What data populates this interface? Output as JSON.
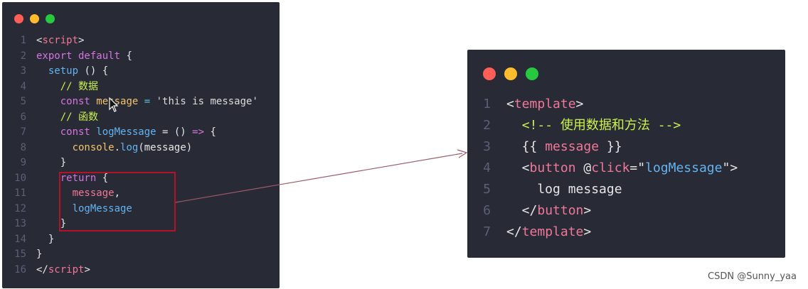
{
  "colors": {
    "window_bg": "#282a36",
    "dot_red": "#ff5f56",
    "dot_yellow": "#ffbd2e",
    "dot_green": "#27c93f",
    "highlight": "#b5122a",
    "arrow": "#a05a6a"
  },
  "left_code": {
    "lines": [
      {
        "n": "1",
        "tokens": [
          {
            "t": "<",
            "c": "c-plain"
          },
          {
            "t": "script",
            "c": "c-tag"
          },
          {
            "t": ">",
            "c": "c-plain"
          }
        ]
      },
      {
        "n": "2",
        "tokens": [
          {
            "t": "export default ",
            "c": "c-kw"
          },
          {
            "t": "{",
            "c": "c-plain"
          }
        ]
      },
      {
        "n": "3",
        "tokens": [
          {
            "t": "  ",
            "c": "c-plain"
          },
          {
            "t": "setup",
            "c": "c-call"
          },
          {
            "t": " () {",
            "c": "c-plain"
          }
        ]
      },
      {
        "n": "4",
        "tokens": [
          {
            "t": "    ",
            "c": "c-plain"
          },
          {
            "t": "// 数据",
            "c": "c-com"
          }
        ]
      },
      {
        "n": "5",
        "tokens": [
          {
            "t": "    ",
            "c": "c-plain"
          },
          {
            "t": "const ",
            "c": "c-kw"
          },
          {
            "t": "message",
            "c": "c-var"
          },
          {
            "t": " = ",
            "c": "c-op"
          },
          {
            "t": "'this is message'",
            "c": "c-str"
          }
        ]
      },
      {
        "n": "6",
        "tokens": [
          {
            "t": "    ",
            "c": "c-plain"
          },
          {
            "t": "// 函数",
            "c": "c-com"
          }
        ]
      },
      {
        "n": "7",
        "tokens": [
          {
            "t": "    ",
            "c": "c-plain"
          },
          {
            "t": "const ",
            "c": "c-kw"
          },
          {
            "t": "logMessage",
            "c": "c-call"
          },
          {
            "t": " = () ",
            "c": "c-plain"
          },
          {
            "t": "=>",
            "c": "c-kw"
          },
          {
            "t": " {",
            "c": "c-plain"
          }
        ]
      },
      {
        "n": "8",
        "tokens": [
          {
            "t": "      ",
            "c": "c-plain"
          },
          {
            "t": "console",
            "c": "c-var"
          },
          {
            "t": ".",
            "c": "c-plain"
          },
          {
            "t": "log",
            "c": "c-call"
          },
          {
            "t": "(message)",
            "c": "c-plain"
          }
        ]
      },
      {
        "n": "9",
        "tokens": [
          {
            "t": "    }",
            "c": "c-plain"
          }
        ]
      },
      {
        "n": "10",
        "tokens": [
          {
            "t": "    ",
            "c": "c-plain"
          },
          {
            "t": "return",
            "c": "c-kw"
          },
          {
            "t": " {",
            "c": "c-plain"
          }
        ]
      },
      {
        "n": "11",
        "tokens": [
          {
            "t": "      ",
            "c": "c-plain"
          },
          {
            "t": "message",
            "c": "c-prop"
          },
          {
            "t": ",",
            "c": "c-plain"
          }
        ]
      },
      {
        "n": "12",
        "tokens": [
          {
            "t": "      ",
            "c": "c-plain"
          },
          {
            "t": "logMessage",
            "c": "c-call"
          }
        ]
      },
      {
        "n": "13",
        "tokens": [
          {
            "t": "    }",
            "c": "c-plain"
          }
        ]
      },
      {
        "n": "14",
        "tokens": [
          {
            "t": "  }",
            "c": "c-plain"
          }
        ]
      },
      {
        "n": "15",
        "tokens": [
          {
            "t": "}",
            "c": "c-plain"
          }
        ]
      },
      {
        "n": "16",
        "tokens": [
          {
            "t": "</",
            "c": "c-plain"
          },
          {
            "t": "script",
            "c": "c-tag"
          },
          {
            "t": ">",
            "c": "c-plain"
          }
        ]
      }
    ]
  },
  "right_code": {
    "lines": [
      {
        "n": "1",
        "tokens": [
          {
            "t": "<",
            "c": "c-plain"
          },
          {
            "t": "template",
            "c": "c-tag"
          },
          {
            "t": ">",
            "c": "c-plain"
          }
        ]
      },
      {
        "n": "2",
        "tokens": [
          {
            "t": "  ",
            "c": "c-plain"
          },
          {
            "t": "<!-- 使用数据和方法 -->",
            "c": "c-com"
          }
        ]
      },
      {
        "n": "3",
        "tokens": [
          {
            "t": "  {{ ",
            "c": "c-plain"
          },
          {
            "t": "message",
            "c": "c-prop"
          },
          {
            "t": " }}",
            "c": "c-plain"
          }
        ]
      },
      {
        "n": "4",
        "tokens": [
          {
            "t": "  <",
            "c": "c-plain"
          },
          {
            "t": "button",
            "c": "c-tag"
          },
          {
            "t": " @",
            "c": "c-plain"
          },
          {
            "t": "click",
            "c": "c-tag"
          },
          {
            "t": "=\"",
            "c": "c-plain"
          },
          {
            "t": "logMessage",
            "c": "c-attrval"
          },
          {
            "t": "\">",
            "c": "c-plain"
          }
        ]
      },
      {
        "n": "5",
        "tokens": [
          {
            "t": "    log message",
            "c": "c-plain"
          }
        ]
      },
      {
        "n": "6",
        "tokens": [
          {
            "t": "  </",
            "c": "c-plain"
          },
          {
            "t": "button",
            "c": "c-tag"
          },
          {
            "t": ">",
            "c": "c-plain"
          }
        ]
      },
      {
        "n": "7",
        "tokens": [
          {
            "t": "</",
            "c": "c-plain"
          },
          {
            "t": "template",
            "c": "c-tag"
          },
          {
            "t": ">",
            "c": "c-plain"
          }
        ]
      }
    ]
  },
  "watermark": "CSDN @Sunny_yaa"
}
